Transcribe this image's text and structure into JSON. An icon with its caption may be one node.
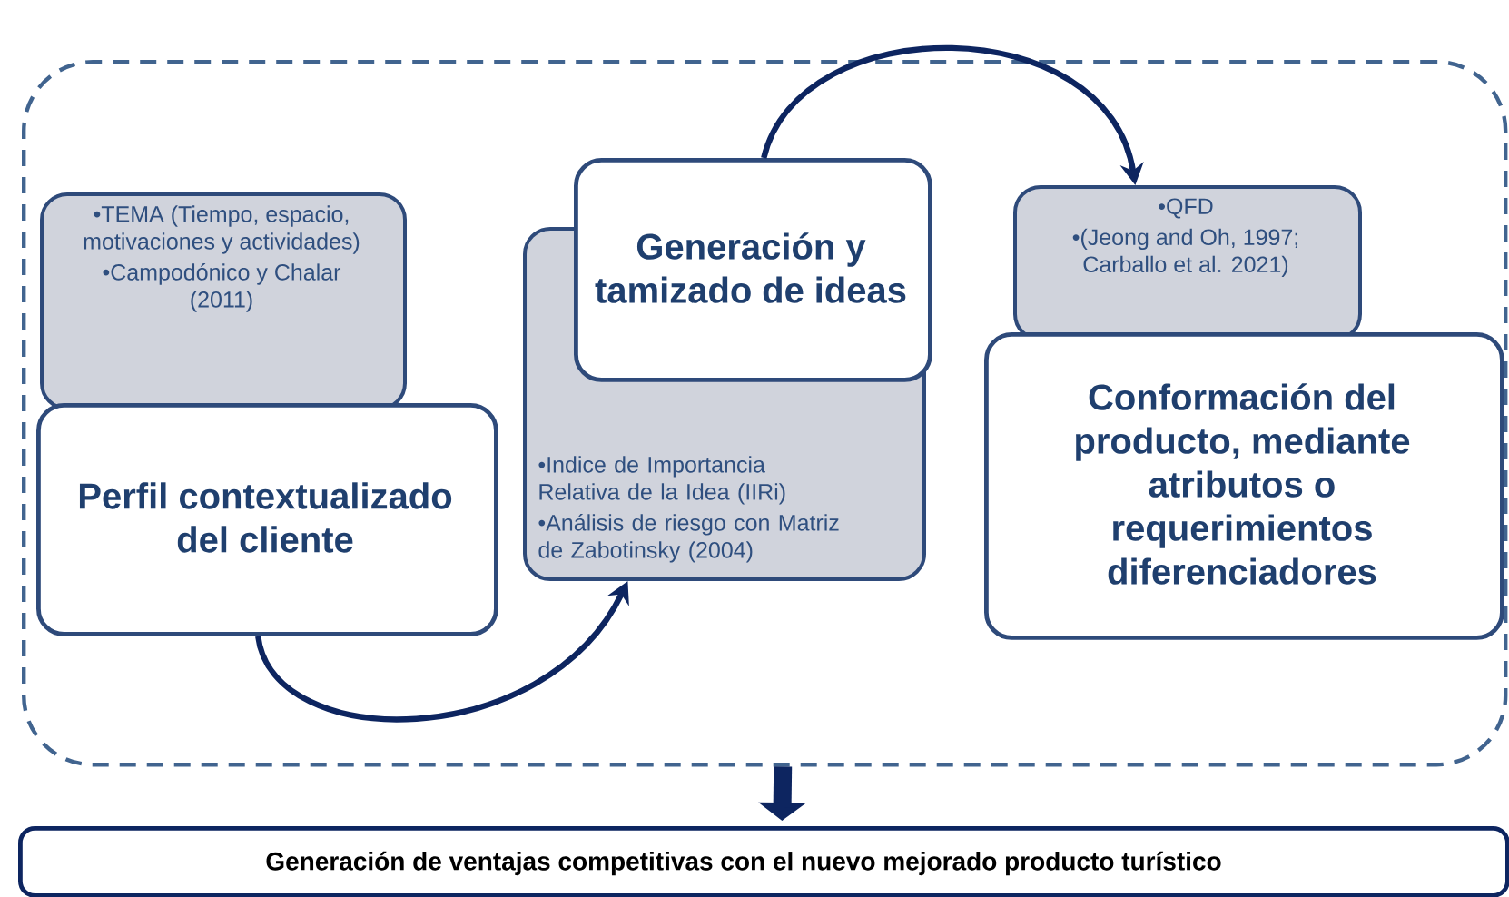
{
  "diagram": {
    "nodes": [
      {
        "text": [],
        "shape": "box"
      },
      {
        "text": [
          "•TEMA (Tiempo, espacio, motivaciones y actividades)",
          "•Campodónico y Chalar (2011)"
        ],
        "in": 0
      },
      {
        "text": [
          "Perfil contextualizado del cliente"
        ],
        "in": 0
      },
      {
        "text": [
          "Generación y tamizado de ideas"
        ],
        "in": 0
      },
      {
        "text": [
          "•Indice de Importancia Relativa de la Idea (IIRi)",
          "•Análisis de riesgo con Matriz de Zabotinsky (2004)"
        ],
        "in": 0
      },
      {
        "text": [
          "•QFD",
          "•(Jeong and Oh, 1997; Carballo et al. 2021)"
        ],
        "in": 0
      },
      {
        "text": [
          "Conformación del producto, mediante atributos o requerimientos diferenciadores"
        ],
        "in": 0
      },
      {
        "text": [
          "Generación de ventajas competitivas con el nuevo mejorado producto turístico"
        ]
      }
    ],
    "edges": [
      {
        "from": 2,
        "to": 4,
        "arrow": "to"
      },
      {
        "from": 3,
        "to": 5,
        "arrow": "to"
      },
      {
        "from": 0,
        "to": 7,
        "arrow": "to",
        "style": "thick"
      }
    ]
  }
}
